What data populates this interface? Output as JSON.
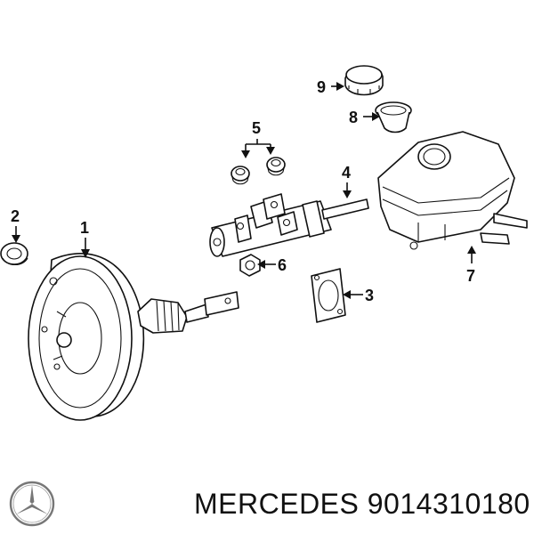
{
  "callouts": [
    "1",
    "2",
    "3",
    "4",
    "5",
    "6",
    "7",
    "8",
    "9"
  ],
  "caption": {
    "brand": "MERCEDES",
    "part_number": "9014310180"
  },
  "logo": "mercedes-star-icon"
}
